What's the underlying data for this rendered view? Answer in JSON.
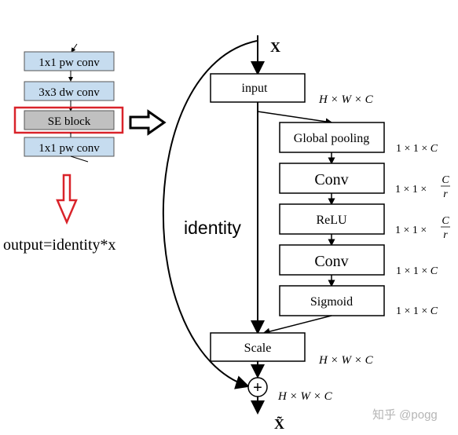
{
  "mobilenet_block": {
    "layers": [
      "1x1 pw conv",
      "3x3 dw conv",
      "SE block",
      "1x1 pw conv"
    ],
    "highlight_color": "#d9232a",
    "layer_fill": "#c6dcef",
    "se_fill": "#c0c0c0"
  },
  "output_formula": "output=identity*x",
  "se_module": {
    "input_symbol": "X",
    "output_symbol": "X̃",
    "input_label": "input",
    "identity_label": "identity",
    "layers": [
      "Global pooling",
      "Conv",
      "ReLU",
      "Conv",
      "Sigmoid"
    ],
    "scale_label": "Scale",
    "plus_symbol": "+"
  },
  "dims": {
    "input": "H × W × C",
    "scale": "H × W × C",
    "output": "H × W × C",
    "pool_prefix": "1 × 1 × ",
    "pool_c": "C",
    "conv1_prefix": "1 × 1 ×",
    "frac_num": "C",
    "frac_den": "r",
    "relu_prefix": "1 × 1 ×",
    "conv2_prefix": "1 × 1 × ",
    "conv2_c": "C",
    "sig_prefix": "1 × 1 × ",
    "sig_c": "C"
  },
  "watermark": "知乎 @pogg"
}
